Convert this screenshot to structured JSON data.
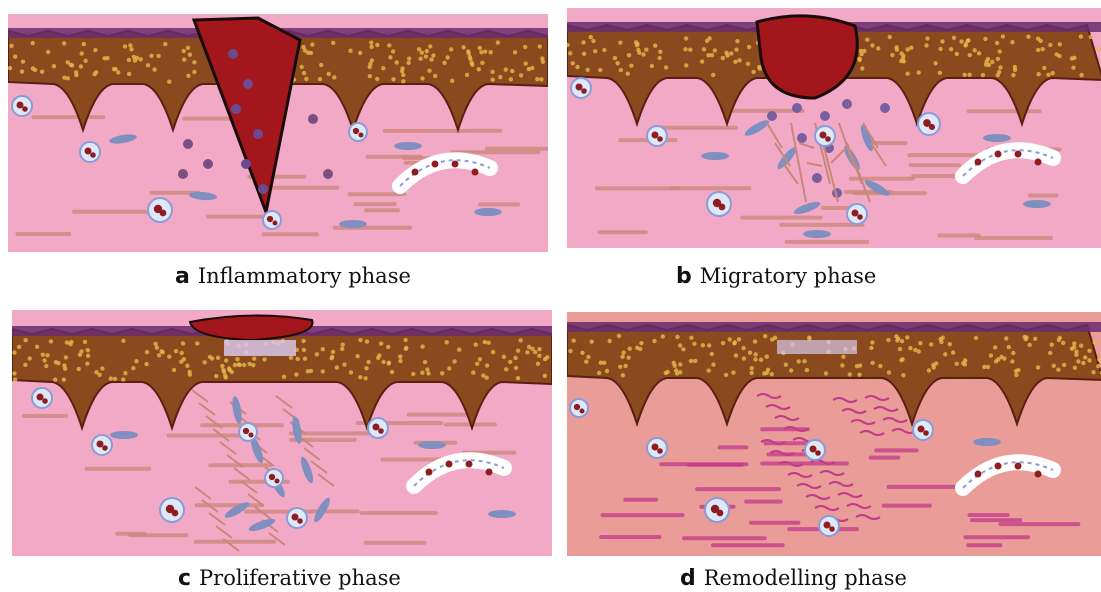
{
  "panels": [
    {
      "id": "a",
      "letter": "a",
      "label": "Inflammatory phase",
      "bg": "#f1a9c6"
    },
    {
      "id": "b",
      "letter": "b",
      "label": "Migratory phase",
      "bg": "#f1a9c6"
    },
    {
      "id": "c",
      "letter": "c",
      "label": "Proliferative phase",
      "bg": "#f1a9c6"
    },
    {
      "id": "d",
      "letter": "d",
      "label": "Remodelling phase",
      "bg": "#ec9f9b"
    }
  ],
  "colors": {
    "tissue": "#f1a9c6",
    "remodel": "#e99c98",
    "epidermis": "#8a4a1e",
    "epidermis_dot": "#e6b84a",
    "clot": "#a3171c",
    "fiber": "#c9877a",
    "collagen_new": "#c23a8a",
    "cell_fill": "#dfe8f7",
    "cell_edge": "#8a9bd8",
    "nucleus": "#8e1d22",
    "fibroblast": "#7f8fc0"
  }
}
